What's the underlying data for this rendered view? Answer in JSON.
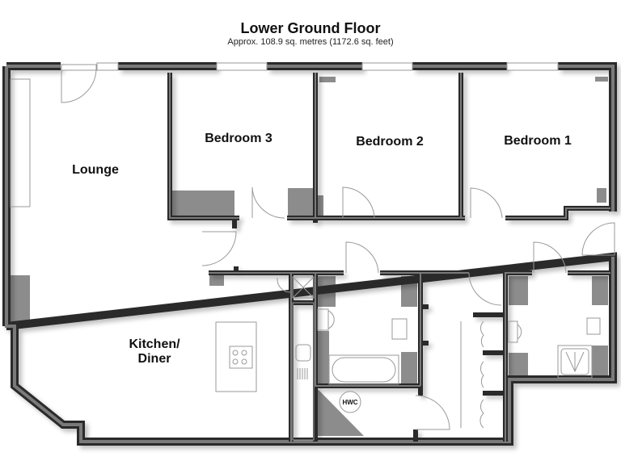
{
  "header": {
    "title": "Lower Ground Floor",
    "area": "Approx. 108.9 sq. metres (1172.6 sq. feet)"
  },
  "rooms": [
    {
      "id": "lounge",
      "label": "Lounge"
    },
    {
      "id": "bedroom3",
      "label": "Bedroom 3"
    },
    {
      "id": "bedroom2",
      "label": "Bedroom 2"
    },
    {
      "id": "bedroom1",
      "label": "Bedroom 1"
    },
    {
      "id": "kitchen",
      "label_line1": "Kitchen/",
      "label_line2": "Diner"
    }
  ],
  "fixtures": {
    "hwc": "HWC"
  },
  "colors": {
    "wall_outer": "#2b2b2b",
    "wall_inner": "#7a7a7a",
    "fitted_units": "#8c8c8c",
    "fixture_line": "#999999"
  }
}
